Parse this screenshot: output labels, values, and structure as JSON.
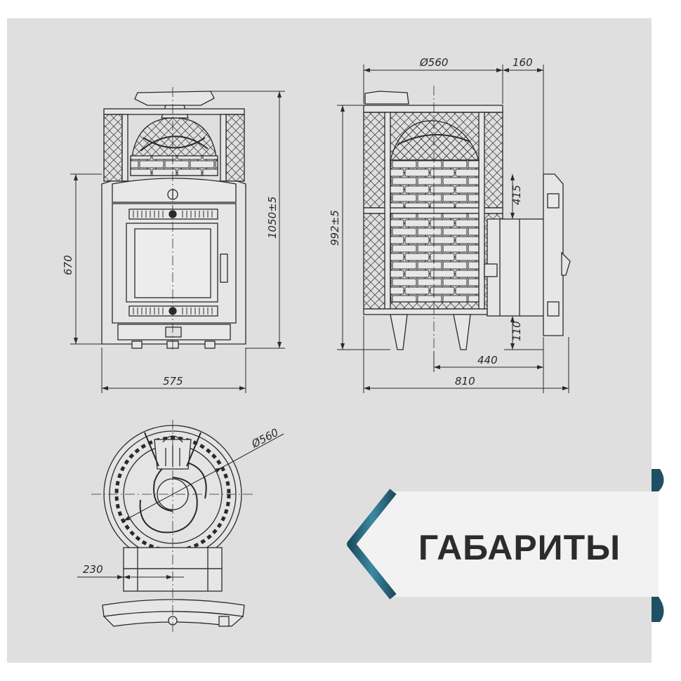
{
  "title": "ГАБАРИТЫ",
  "dimensions": {
    "front_width": "575",
    "front_total_height": "1050±5",
    "front_door_height": "670",
    "side_diameter": "Ø560",
    "side_tunnel": "160",
    "side_height": "992±5",
    "side_tunnel_top": "415",
    "side_tunnel_bottom": "110",
    "side_tunnel_length": "440",
    "side_total_length": "810",
    "top_diameter": "Ø560",
    "top_tunnel_width": "230"
  },
  "colors": {
    "panel": "#dfdfdf",
    "line": "#2a2a2a",
    "banner_fill": "#f2f2f2",
    "banner_edge": "#2f6f86"
  }
}
